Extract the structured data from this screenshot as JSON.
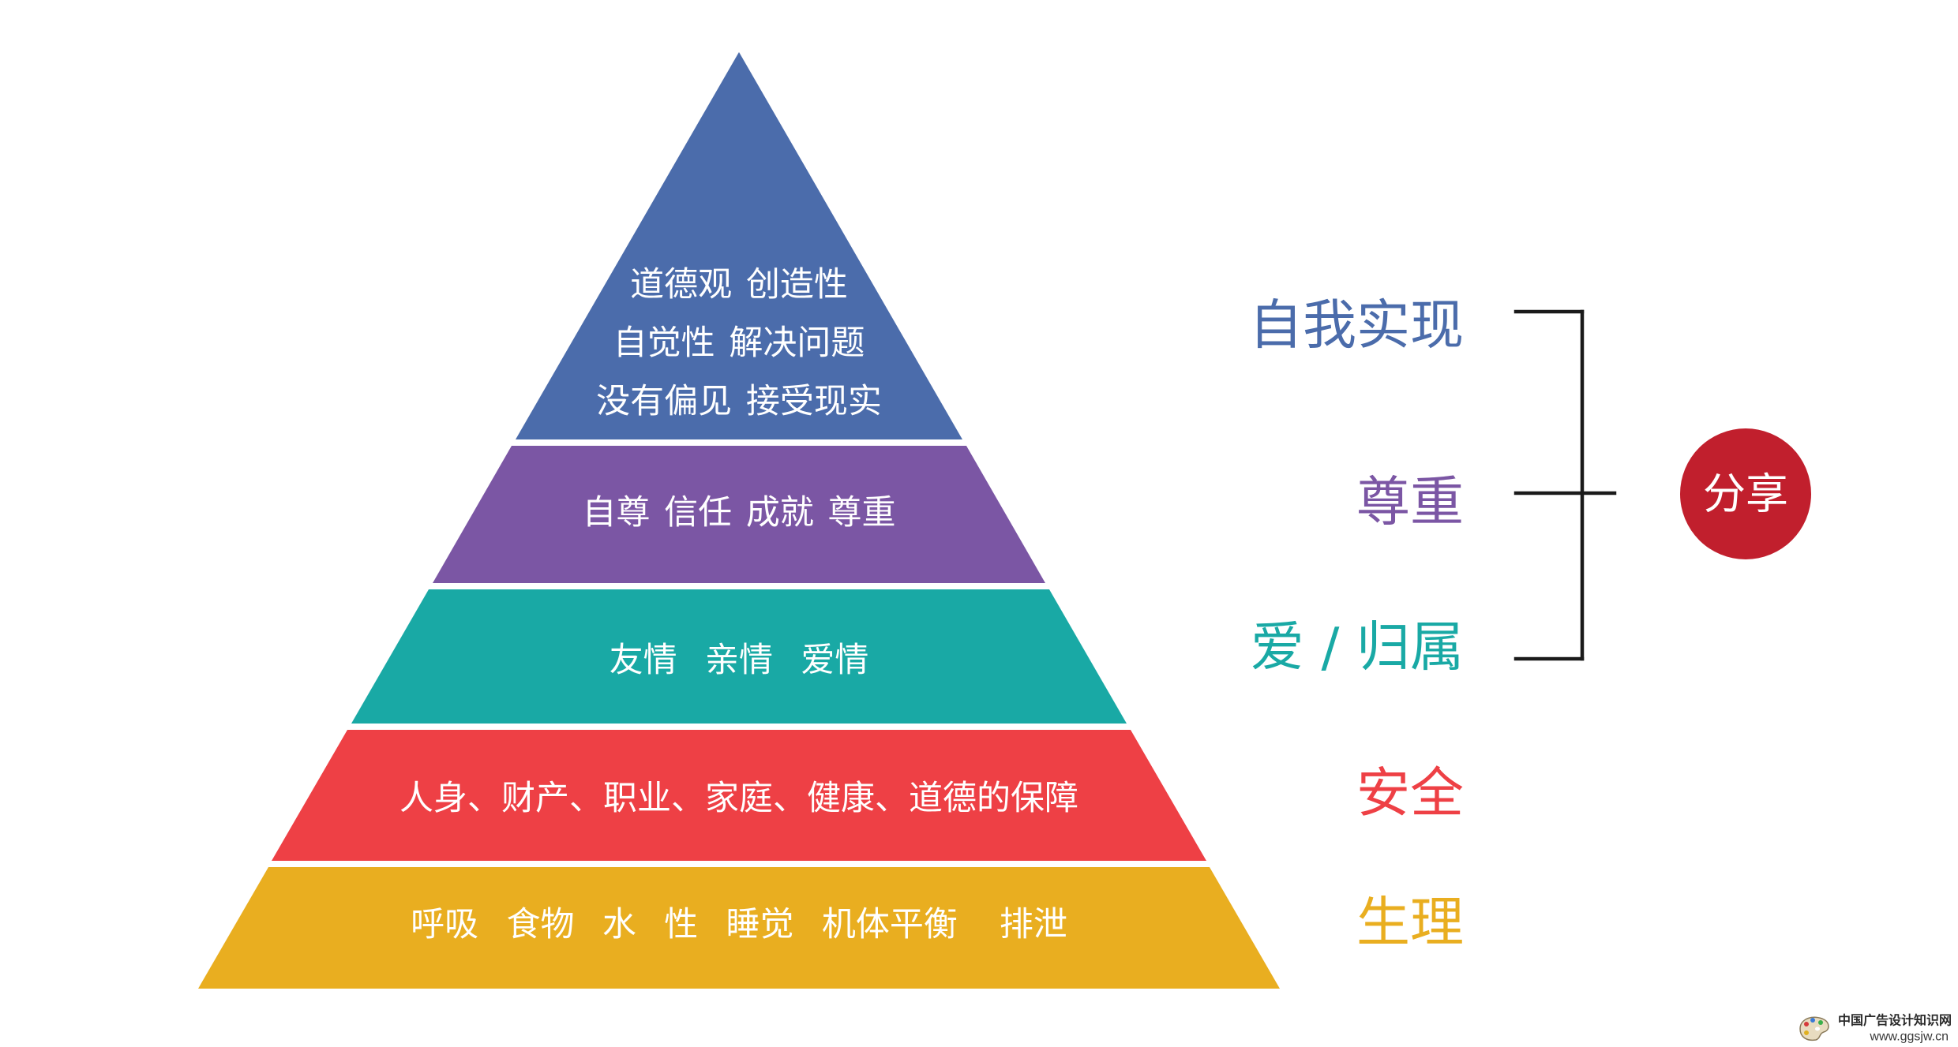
{
  "pyramid": {
    "levels": [
      {
        "lines": [
          "道德观 创造性",
          "自觉性 解决问题",
          "没有偏见 接受现实"
        ],
        "color": "#4b6cab"
      },
      {
        "lines": [
          "自尊 信任 成就 尊重"
        ],
        "color": "#7b56a4"
      },
      {
        "lines": [
          "友情  亲情  爱情"
        ],
        "color": "#19a9a5"
      },
      {
        "lines": [
          "人身、财产、职业、家庭、健康、道德的保障"
        ],
        "color": "#ee4045"
      },
      {
        "lines": [
          "呼吸  食物  水  性  睡觉  机体平衡   排泄"
        ],
        "color": "#e9ae20"
      }
    ]
  },
  "labels": [
    {
      "text": "自我实现",
      "color": "#4b6cab"
    },
    {
      "text": "尊重",
      "color": "#7b56a4"
    },
    {
      "text": "爱 / 归属",
      "color": "#19a9a5"
    },
    {
      "text": "安全",
      "color": "#ee4045"
    },
    {
      "text": "生理",
      "color": "#e9ae20"
    }
  ],
  "share": {
    "label": "分享",
    "color": "#c11f2d"
  },
  "watermark": {
    "name": "中国广告设计知识网",
    "url": "www.ggsjw.cn"
  }
}
